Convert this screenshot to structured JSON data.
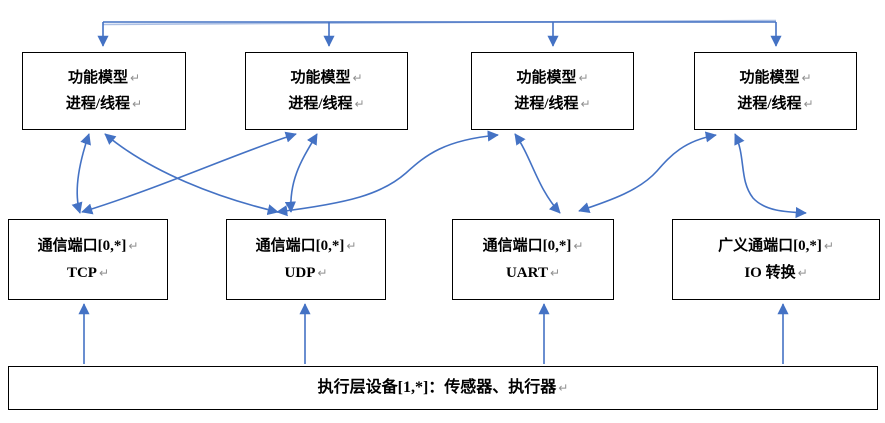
{
  "diagram": {
    "top_row": [
      {
        "line1": "功能模型",
        "line2": "进程/线程"
      },
      {
        "line1": "功能模型",
        "line2": "进程/线程"
      },
      {
        "line1": "功能模型",
        "line2": "进程/线程"
      },
      {
        "line1": "功能模型",
        "line2": "进程/线程"
      }
    ],
    "middle_row": [
      {
        "line1": "通信端口[0,*]",
        "line2": "TCP"
      },
      {
        "line1": "通信端口[0,*]",
        "line2": "UDP"
      },
      {
        "line1": "通信端口[0,*]",
        "line2": "UART"
      },
      {
        "line1": "广义通端口[0,*]",
        "line2": "IO 转换"
      }
    ],
    "bottom_box": {
      "label": "执行层设备[1,*]：传感器、执行器"
    },
    "return_mark": "↵",
    "colors": {
      "arrow": "#4472C4",
      "border": "#000000",
      "return_mark": "#8f8f8f",
      "background": "#ffffff"
    }
  }
}
